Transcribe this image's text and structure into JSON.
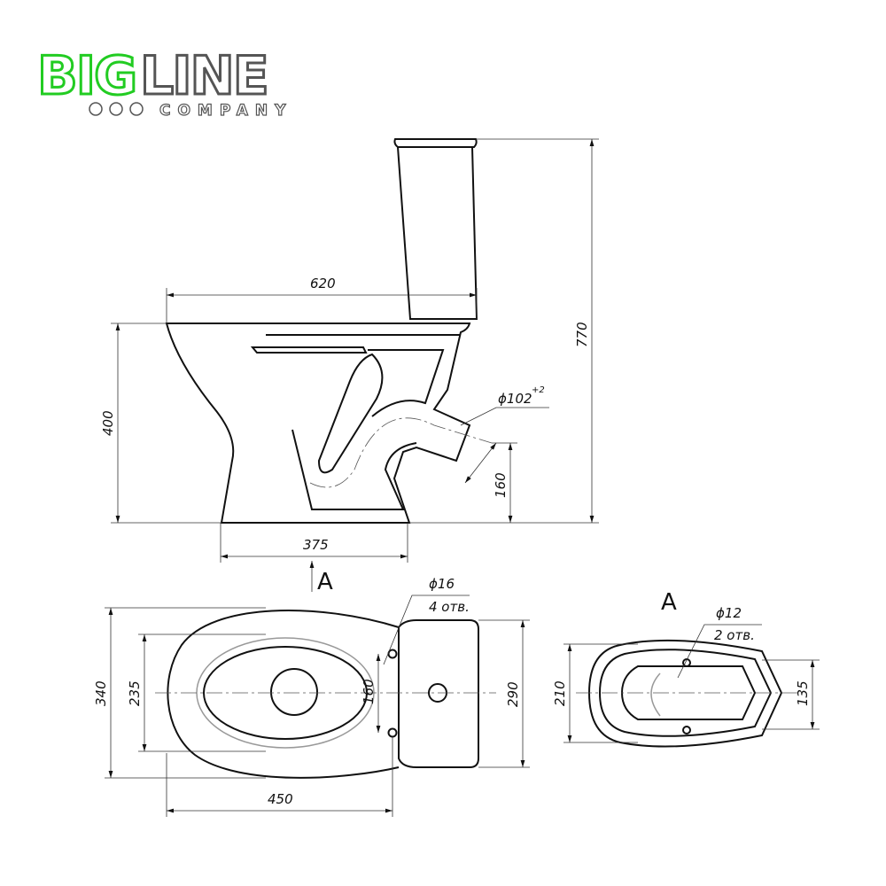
{
  "logo": {
    "part1": "BIG",
    "part2": "LINE",
    "tagline": "COMPANY",
    "colors": {
      "green": "#22cc22",
      "gray": "#555555"
    }
  },
  "side_view": {
    "dim_length": "620",
    "dim_total_height": "770",
    "dim_bowl_height": "400",
    "dim_base_width": "375",
    "dim_outlet_height": "160",
    "dim_outlet_diameter": "ϕ102",
    "dim_outlet_tolerance": "+2",
    "view_marker": "A"
  },
  "top_view": {
    "dim_width": "340",
    "dim_inner_width": "235",
    "dim_hole_spacing": "160",
    "dim_tank_width": "290",
    "dim_length": "450",
    "hole_diameter": "ϕ16",
    "hole_count": "4 отв."
  },
  "view_a": {
    "title": "A",
    "dim_width": "210",
    "dim_inner": "135",
    "hole_diameter": "ϕ12",
    "hole_count": "2 отв."
  }
}
